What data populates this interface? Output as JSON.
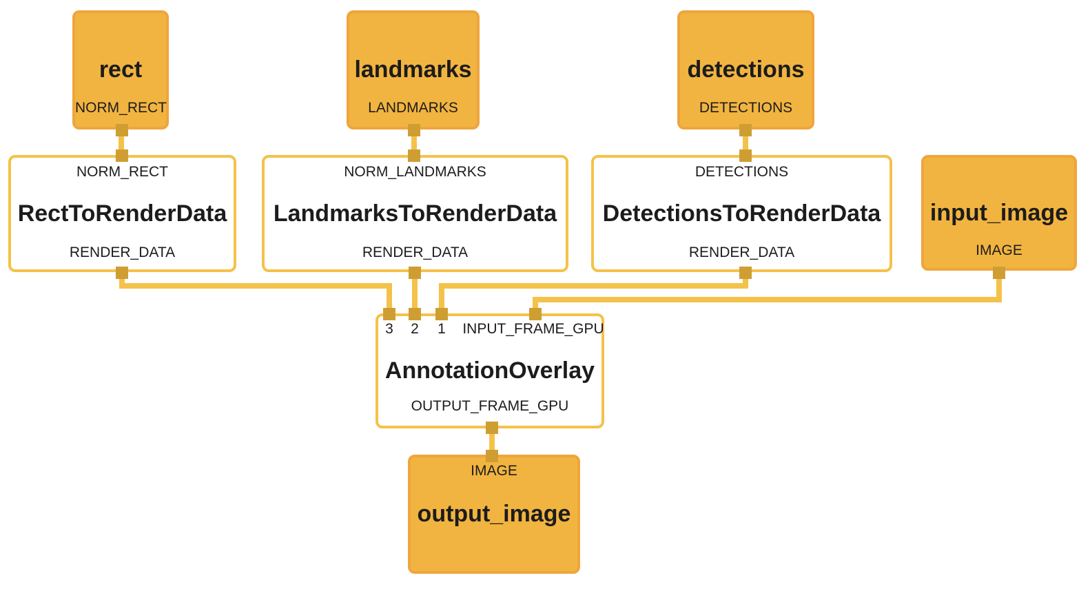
{
  "colors": {
    "background": "#FFFFFF",
    "wire": "#F4C24A",
    "port": "#CF9E33",
    "node_fill": "#F2B440",
    "node_border": "#EFA53D",
    "white_node_border": "#F4C24A",
    "text": "#1C1C1C"
  },
  "nodes": {
    "rect": {
      "title": "rect",
      "output_label": "NORM_RECT"
    },
    "landmarks": {
      "title": "landmarks",
      "output_label": "LANDMARKS"
    },
    "detections": {
      "title": "detections",
      "output_label": "DETECTIONS"
    },
    "rect_to_render_data": {
      "input_label": "NORM_RECT",
      "title": "RectToRenderData",
      "output_label": "RENDER_DATA"
    },
    "landmarks_to_render_data": {
      "input_label": "NORM_LANDMARKS",
      "title": "LandmarksToRenderData",
      "output_label": "RENDER_DATA"
    },
    "detections_to_render_data": {
      "input_label": "DETECTIONS",
      "title": "DetectionsToRenderData",
      "output_label": "RENDER_DATA"
    },
    "input_image": {
      "title": "input_image",
      "output_label": "IMAGE"
    },
    "annotation_overlay": {
      "input_labels": [
        "3",
        "2",
        "1",
        "INPUT_FRAME_GPU"
      ],
      "title": "AnnotationOverlay",
      "output_label": "OUTPUT_FRAME_GPU"
    },
    "output_image": {
      "input_label": "IMAGE",
      "title": "output_image"
    }
  },
  "edges": [
    {
      "from": "rect:NORM_RECT",
      "to": "RectToRenderData:NORM_RECT"
    },
    {
      "from": "landmarks:LANDMARKS",
      "to": "LandmarksToRenderData:NORM_LANDMARKS"
    },
    {
      "from": "detections:DETECTIONS",
      "to": "DetectionsToRenderData:DETECTIONS"
    },
    {
      "from": "RectToRenderData:RENDER_DATA",
      "to": "AnnotationOverlay:3"
    },
    {
      "from": "LandmarksToRenderData:RENDER_DATA",
      "to": "AnnotationOverlay:2"
    },
    {
      "from": "DetectionsToRenderData:RENDER_DATA",
      "to": "AnnotationOverlay:1"
    },
    {
      "from": "input_image:IMAGE",
      "to": "AnnotationOverlay:INPUT_FRAME_GPU"
    },
    {
      "from": "AnnotationOverlay:OUTPUT_FRAME_GPU",
      "to": "output_image:IMAGE"
    }
  ]
}
